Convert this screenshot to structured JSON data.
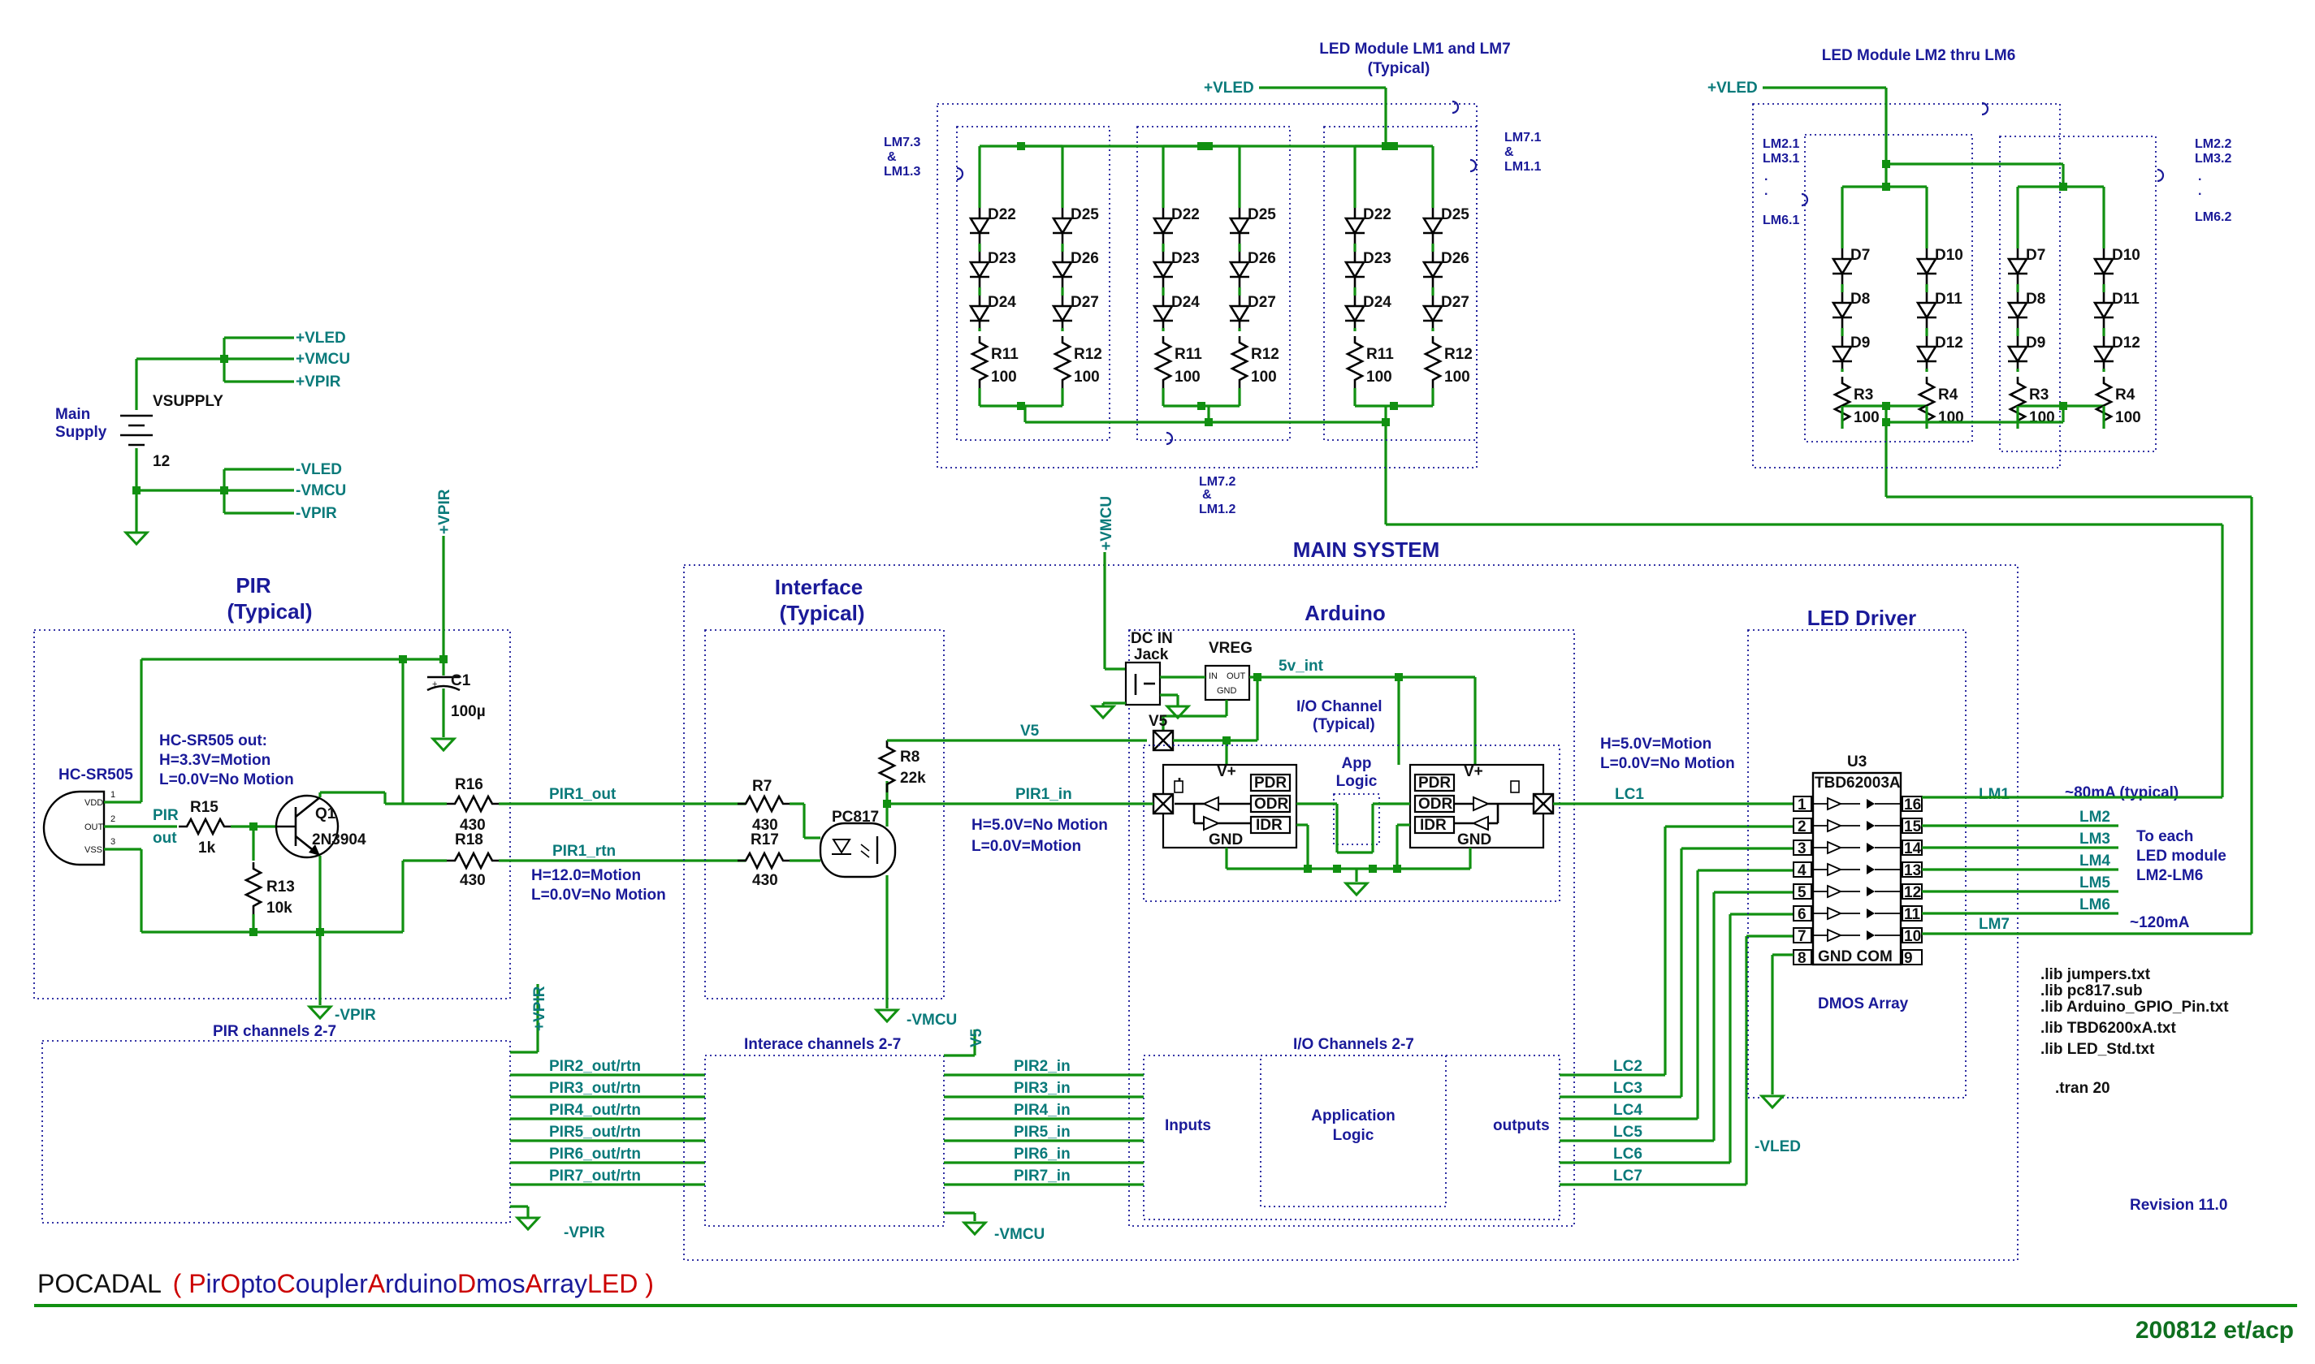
{
  "title_block": {
    "prefix": "POCADAL",
    "open": "(",
    "close": ")",
    "acronym": [
      {
        "c": "P",
        "v": "ir"
      },
      {
        "c": "O",
        "v": "pto"
      },
      {
        "c": "C",
        "v": "oupler"
      },
      {
        "c": "A",
        "v": "rduino"
      },
      {
        "c": "D",
        "v": "mos"
      },
      {
        "c": "A",
        "v": "rray"
      },
      {
        "c": "LED",
        "v": ""
      }
    ],
    "date_author": "200812 et/acp",
    "revision": "Revision 11.0"
  },
  "colors": {
    "wire": "#119011",
    "label": "#1a1a99",
    "net": "#0a7a7a",
    "accent": "#cc0000"
  },
  "supply": {
    "main_label": [
      "Main",
      "Supply"
    ],
    "name": "VSUPPLY",
    "value": "12",
    "pos_nets": [
      "+VLED",
      "+VMCU",
      "+VPIR"
    ],
    "neg_nets": [
      "-VLED",
      "-VMCU",
      "-VPIR"
    ]
  },
  "pir": {
    "title": [
      "PIR",
      "(Typical)"
    ],
    "sensor": "HC-SR505",
    "pins": [
      "VDD",
      "OUT",
      "VSS"
    ],
    "pin_nums": [
      "1",
      "2",
      "3"
    ],
    "note": [
      "HC-SR505 out:",
      "H=3.3V=Motion",
      "L=0.0V=No Motion"
    ],
    "out_label": [
      "PIR",
      "out"
    ],
    "r15": [
      "R15",
      "1k"
    ],
    "r13": [
      "R13",
      "10k"
    ],
    "q1": [
      "Q1",
      "2N3904"
    ],
    "c1": [
      "C1",
      "100µ"
    ],
    "r16": [
      "R16",
      "430"
    ],
    "r18": [
      "R18",
      "430"
    ],
    "nets": {
      "out": "PIR1_out",
      "rtn": "PIR1_rtn",
      "vpir_top": "+VPIR",
      "vpir_bot": "-VPIR"
    },
    "rtn_note": [
      "H=12.0=Motion",
      "L=0.0V=No Motion"
    ],
    "channels_label": "PIR channels 2-7",
    "vpir_top2": "+VPIR",
    "vpir_bot2": "-VPIR"
  },
  "main_system": {
    "title": "MAIN SYSTEM"
  },
  "interface": {
    "title": [
      "Interface",
      "(Typical)"
    ],
    "r7": [
      "R7",
      "430"
    ],
    "r17": [
      "R17",
      "430"
    ],
    "r8": [
      "R8",
      "22k"
    ],
    "opto": "PC817",
    "v5": "V5",
    "vmcu_top": "+VMCU",
    "vmcu_bot": "-VMCU",
    "in_note": [
      "H=5.0V=No Motion",
      "L=0.0V=Motion"
    ],
    "channels_label": "Interace channels 2-7",
    "vmcu_bot2": "-VMCU"
  },
  "arduino": {
    "title": "Arduino",
    "dc_jack": [
      "DC IN",
      "Jack"
    ],
    "vreg": "VREG",
    "vreg_pins": [
      "IN",
      "OUT",
      "GND"
    ],
    "five_v": "5v_int",
    "io_channel": [
      "I/O Channel",
      "(Typical)"
    ],
    "app_logic": [
      "App",
      "Logic"
    ],
    "regs": [
      "PDR",
      "ODR",
      "IDR"
    ],
    "vplus": "V+",
    "gnd": "GND",
    "v5": "V5",
    "pir_in": "PIR1_in",
    "io_channels_label": "I/O Channels 2-7",
    "inputs": "Inputs",
    "outputs": "outputs",
    "app_logic_full": [
      "Application",
      "Logic"
    ],
    "pir_ins": [
      "PIR2_in",
      "PIR3_in",
      "PIR4_in",
      "PIR5_in",
      "PIR6_in",
      "PIR7_in"
    ],
    "lc_outs": [
      "LC2",
      "LC3",
      "LC4",
      "LC5",
      "LC6",
      "LC7"
    ],
    "lc1": "LC1",
    "out_note": [
      "H=5.0V=Motion",
      "L=0.0V=No Motion"
    ]
  },
  "pir_outs": [
    "PIR2_out/rtn",
    "PIR3_out/rtn",
    "PIR4_out/rtn",
    "PIR5_out/rtn",
    "PIR6_out/rtn",
    "PIR7_out/rtn"
  ],
  "led_driver": {
    "title": "LED Driver",
    "chip": [
      "U3",
      "TBD62003A"
    ],
    "left_pins": [
      "1",
      "2",
      "3",
      "4",
      "5",
      "6",
      "7",
      "8"
    ],
    "right_pins": [
      "16",
      "15",
      "14",
      "13",
      "12",
      "11",
      "10",
      "9"
    ],
    "bottom": "GND COM",
    "caption": "DMOS Array",
    "vled": "-VLED",
    "outs": [
      "LM1",
      "LM2",
      "LM3",
      "LM4",
      "LM5",
      "LM6",
      "LM7"
    ],
    "lm1_note": "~80mA (typical)",
    "lm26_note": [
      "To each",
      "LED module",
      "LM2-LM6"
    ],
    "lm7_note": "~120mA"
  },
  "lm17": {
    "title": [
      "LED Module LM1 and LM7",
      "(Typical)"
    ],
    "vled": "+VLED",
    "tags": {
      "left": [
        "LM7.3",
        "&",
        "LM1.3"
      ],
      "right": [
        "LM7.1",
        "&",
        "LM1.1"
      ],
      "bottom": [
        "LM7.2",
        "&",
        "LM1.2"
      ]
    },
    "diodes_l": [
      "D22",
      "D23",
      "D24"
    ],
    "diodes_r": [
      "D25",
      "D26",
      "D27"
    ],
    "res_l": [
      "R11",
      "100"
    ],
    "res_r": [
      "R12",
      "100"
    ]
  },
  "lm26": {
    "title": "LED Module LM2 thru LM6",
    "vled": "+VLED",
    "tags": {
      "left": [
        "LM2.1",
        "LM3.1",
        ".",
        ".",
        "LM6.1"
      ],
      "right": [
        "LM2.2",
        "LM3.2",
        ".",
        ".",
        "LM6.2"
      ]
    },
    "diodes_l": [
      "D7",
      "D8",
      "D9"
    ],
    "diodes_r": [
      "D10",
      "D11",
      "D12"
    ],
    "res_l": [
      "R3",
      "100"
    ],
    "res_r": [
      "R4",
      "100"
    ]
  },
  "directives": [
    ".lib jumpers.txt",
    ".lib pc817.sub",
    ".lib Arduino_GPIO_Pin.txt",
    ".lib TBD6200xA.txt",
    ".lib LED_Std.txt",
    ".tran 20"
  ]
}
